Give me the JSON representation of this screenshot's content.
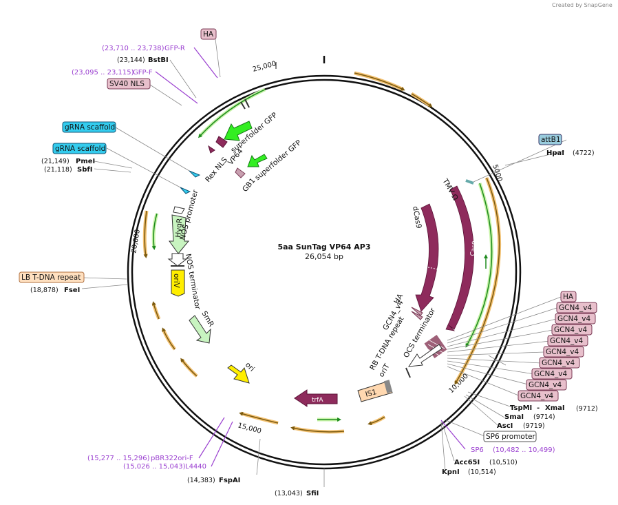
{
  "watermark": "Created by SnapGene",
  "plasmid": {
    "name": "5aa SunTag VP64 AP3",
    "size": "26,054 bp"
  },
  "ticks": {
    "t5000": "5000",
    "t10000": "10,000",
    "t15000": "15,000",
    "t20000": "20,000",
    "t25000": "25,000"
  },
  "enzymes": {
    "hpai": {
      "name": "HpaI",
      "pos": "(4722)"
    },
    "tspmi": {
      "name": "TspMI",
      "pos": "(9712)"
    },
    "xmai": {
      "name": "XmaI",
      "pos": ""
    },
    "smai": {
      "name": "SmaI",
      "pos": "(9714)"
    },
    "asci": {
      "name": "AscI",
      "pos": "(9719)"
    },
    "acc65i": {
      "name": "Acc65I",
      "pos": "(10,510)"
    },
    "kpni": {
      "name": "KpnI",
      "pos": "(10,514)"
    },
    "sfii": {
      "name": "SfiI",
      "pos": "(13,043)"
    },
    "fspai": {
      "name": "FspAI",
      "pos": "(14,383)"
    },
    "fsei": {
      "name": "FseI",
      "pos": "(18,878)"
    },
    "sbfi": {
      "name": "SbfI",
      "pos": "(21,118)"
    },
    "pmei": {
      "name": "PmeI",
      "pos": "(21,149)"
    },
    "bstbi": {
      "name": "BstBI",
      "pos": "(23,144)"
    }
  },
  "primers": {
    "gfpr": {
      "name": "GFP-R",
      "range": "(23,710 .. 23,738)"
    },
    "gfpf": {
      "name": "GFP-F",
      "range": "(23,095 .. 23,115)"
    },
    "sp6": {
      "name": "SP6",
      "range": "(10,482 .. 10,499)"
    },
    "pbr": {
      "name": "pBR322ori-F",
      "range": "(15,277 .. 15,296)"
    },
    "l4440": {
      "name": "L4440",
      "range": "(15,026 .. 15,043)"
    }
  },
  "boxed": {
    "ha_top": "HA",
    "sv40": "SV40 NLS",
    "grna1": "gRNA scaffold",
    "grna2": "gRNA scaffold",
    "lb": "LB T-DNA repeat",
    "attb1": "attB1",
    "ha_right": "HA",
    "gcn": [
      "GCN4_v4",
      "GCN4_v4",
      "GCN4_v4",
      "GCN4_v4",
      "GCN4_v4",
      "GCN4_v4",
      "GCN4_v4",
      "GCN4_v4",
      "GCN4_v4"
    ],
    "sp6promoter": "SP6 promoter"
  },
  "features": {
    "superfolder1": "superfolder GFP",
    "vp64": "VP64",
    "rexnls": "Rex NLS",
    "superfolder2": "superfolder GFP",
    "gb1": "GB1",
    "nospromoter": "NOS promoter",
    "hygr": "HygR",
    "nosterminator": "NOS terminator",
    "oriv": "oriV",
    "smr": "SmR",
    "ori": "ori",
    "trfa": "trfA",
    "is1": "IS1",
    "orit": "oriT",
    "rbtdna": "RB T-DNA repeat",
    "ocsterm": "OCS terminator",
    "gcn_inner": "GCN4_v4",
    "ha_inner": "HA",
    "dcas9": "dCas9",
    "cas9": "Cas9",
    "tmv": "TMV Ω"
  },
  "colors": {
    "cas9": "#8e2b5c",
    "gfp": "#33ee22",
    "hygr": "#c8f4c0",
    "oriv": "#ffee00",
    "ori": "#ffee00",
    "orf_border": "#f0b040",
    "primer": "#9a3fd0",
    "grna": "#33ccee",
    "boxed_pink": "#e8c0cc"
  }
}
